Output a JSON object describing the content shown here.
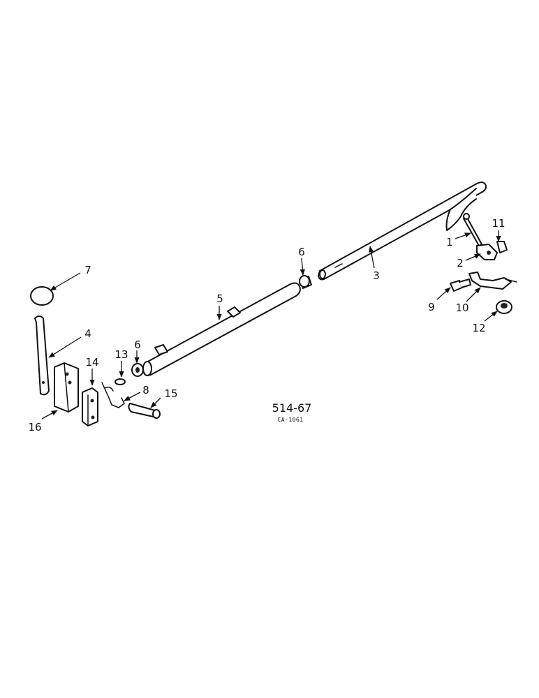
{
  "diagram": {
    "reference_number": "514-67",
    "reference_code": "CA-1061",
    "callouts": [
      "1",
      "2",
      "3",
      "4",
      "5",
      "6",
      "6",
      "7",
      "8",
      "9",
      "10",
      "11",
      "12",
      "13",
      "14",
      "15",
      "16"
    ]
  }
}
